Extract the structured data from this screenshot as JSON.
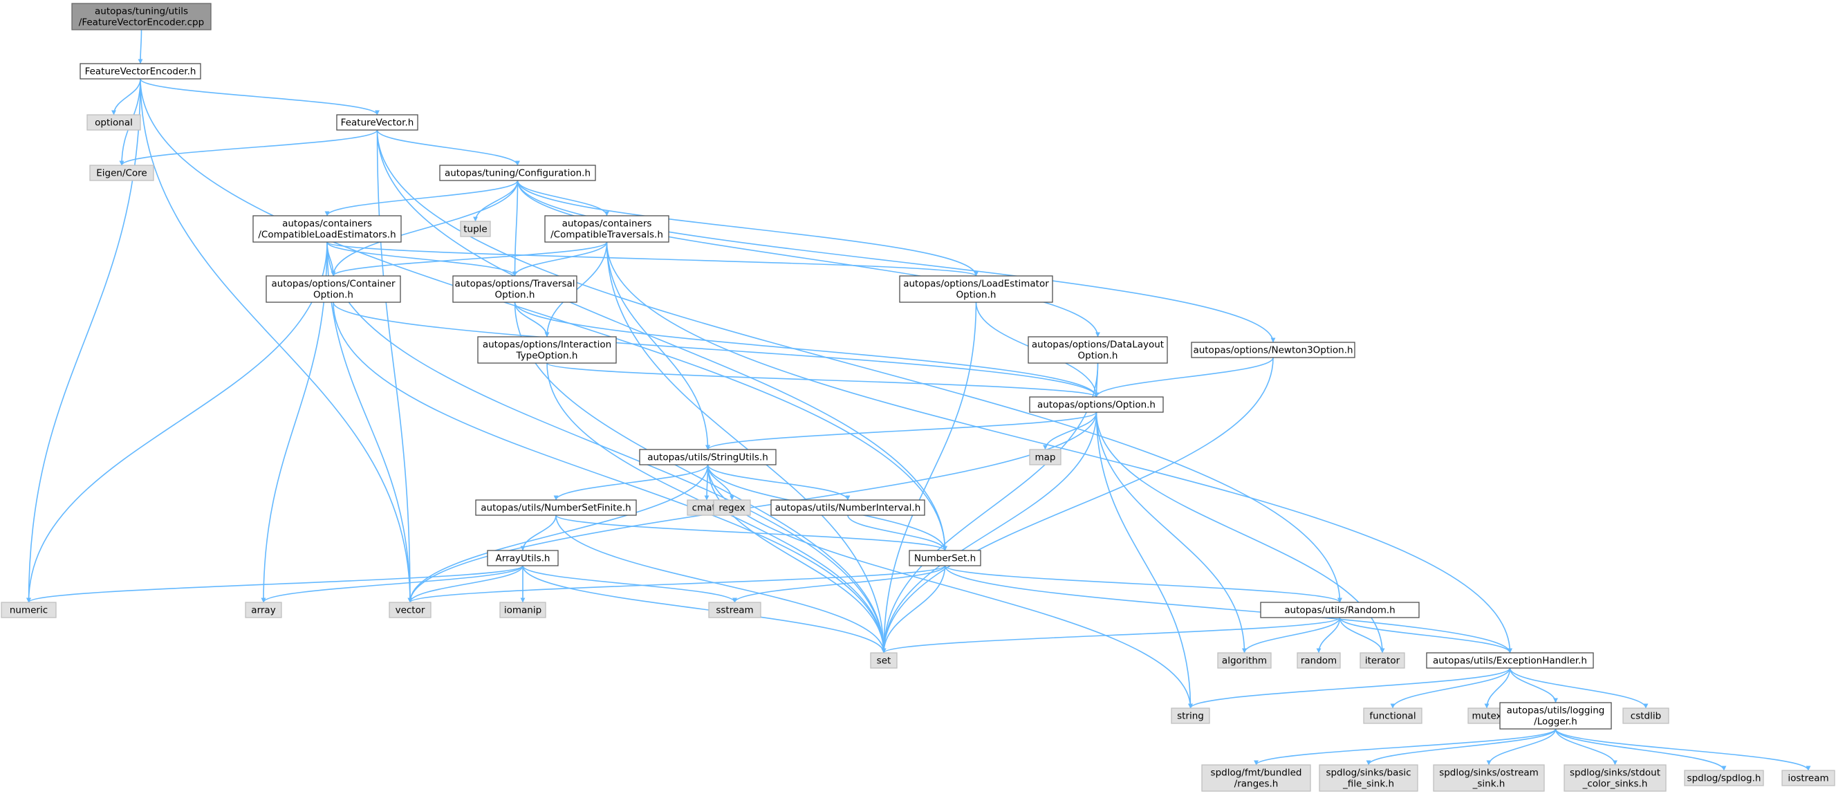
{
  "graph": {
    "colors": {
      "edge": "#63b8ff",
      "root_fill": "#999999",
      "root_border": "#666666",
      "header_fill": "#ffffff",
      "header_border": "#4d4d4d",
      "system_fill": "#e0e0e0",
      "system_border": "#bfbfbf"
    },
    "nodes": [
      {
        "id": "root",
        "lines": [
          "autopas/tuning/utils",
          "/FeatureVectorEncoder.cpp"
        ],
        "kind": "root"
      },
      {
        "id": "fve",
        "lines": [
          "FeatureVectorEncoder.h"
        ],
        "kind": "header"
      },
      {
        "id": "numeric",
        "lines": [
          "numeric"
        ],
        "kind": "system"
      },
      {
        "id": "optional",
        "lines": [
          "optional"
        ],
        "kind": "system"
      },
      {
        "id": "eigen",
        "lines": [
          "Eigen/Core"
        ],
        "kind": "system"
      },
      {
        "id": "fv",
        "lines": [
          "FeatureVector.h"
        ],
        "kind": "header"
      },
      {
        "id": "config",
        "lines": [
          "autopas/tuning/Configuration.h"
        ],
        "kind": "header"
      },
      {
        "id": "cle",
        "lines": [
          "autopas/containers",
          "/CompatibleLoadEstimators.h"
        ],
        "kind": "header"
      },
      {
        "id": "tuple",
        "lines": [
          "tuple"
        ],
        "kind": "system"
      },
      {
        "id": "ct",
        "lines": [
          "autopas/containers",
          "/CompatibleTraversals.h"
        ],
        "kind": "header"
      },
      {
        "id": "cont",
        "lines": [
          "autopas/options/Container",
          "Option.h"
        ],
        "kind": "header"
      },
      {
        "id": "trav",
        "lines": [
          "autopas/options/Traversal",
          "Option.h"
        ],
        "kind": "header"
      },
      {
        "id": "le",
        "lines": [
          "autopas/options/LoadEstimator",
          "Option.h"
        ],
        "kind": "header"
      },
      {
        "id": "itype",
        "lines": [
          "autopas/options/Interaction",
          "TypeOption.h"
        ],
        "kind": "header"
      },
      {
        "id": "dl",
        "lines": [
          "autopas/options/DataLayout",
          "Option.h"
        ],
        "kind": "header"
      },
      {
        "id": "n3",
        "lines": [
          "autopas/options/Newton3Option.h"
        ],
        "kind": "header"
      },
      {
        "id": "option",
        "lines": [
          "autopas/options/Option.h"
        ],
        "kind": "header"
      },
      {
        "id": "map",
        "lines": [
          "map"
        ],
        "kind": "system"
      },
      {
        "id": "su",
        "lines": [
          "autopas/utils/StringUtils.h"
        ],
        "kind": "header"
      },
      {
        "id": "cmath",
        "lines": [
          "cmath"
        ],
        "kind": "system"
      },
      {
        "id": "regex",
        "lines": [
          "regex"
        ],
        "kind": "system"
      },
      {
        "id": "nsf",
        "lines": [
          "autopas/utils/NumberSetFinite.h"
        ],
        "kind": "header"
      },
      {
        "id": "ni",
        "lines": [
          "autopas/utils/NumberInterval.h"
        ],
        "kind": "header"
      },
      {
        "id": "au",
        "lines": [
          "ArrayUtils.h"
        ],
        "kind": "header"
      },
      {
        "id": "ns",
        "lines": [
          "NumberSet.h"
        ],
        "kind": "header"
      },
      {
        "id": "array",
        "lines": [
          "array"
        ],
        "kind": "system"
      },
      {
        "id": "vector",
        "lines": [
          "vector"
        ],
        "kind": "system"
      },
      {
        "id": "iomanip",
        "lines": [
          "iomanip"
        ],
        "kind": "system"
      },
      {
        "id": "sstream",
        "lines": [
          "sstream"
        ],
        "kind": "system"
      },
      {
        "id": "random_h",
        "lines": [
          "autopas/utils/Random.h"
        ],
        "kind": "header"
      },
      {
        "id": "set",
        "lines": [
          "set"
        ],
        "kind": "system"
      },
      {
        "id": "algorithm",
        "lines": [
          "algorithm"
        ],
        "kind": "system"
      },
      {
        "id": "random",
        "lines": [
          "random"
        ],
        "kind": "system"
      },
      {
        "id": "iterator",
        "lines": [
          "iterator"
        ],
        "kind": "system"
      },
      {
        "id": "eh",
        "lines": [
          "autopas/utils/ExceptionHandler.h"
        ],
        "kind": "header"
      },
      {
        "id": "string",
        "lines": [
          "string"
        ],
        "kind": "system"
      },
      {
        "id": "functional",
        "lines": [
          "functional"
        ],
        "kind": "system"
      },
      {
        "id": "mutex",
        "lines": [
          "mutex"
        ],
        "kind": "system"
      },
      {
        "id": "logger",
        "lines": [
          "autopas/utils/logging",
          "/Logger.h"
        ],
        "kind": "header"
      },
      {
        "id": "cstdlib",
        "lines": [
          "cstdlib"
        ],
        "kind": "system"
      },
      {
        "id": "fmt",
        "lines": [
          "spdlog/fmt/bundled",
          "/ranges.h"
        ],
        "kind": "system"
      },
      {
        "id": "bfs",
        "lines": [
          "spdlog/sinks/basic",
          "_file_sink.h"
        ],
        "kind": "system"
      },
      {
        "id": "oss",
        "lines": [
          "spdlog/sinks/ostream",
          "_sink.h"
        ],
        "kind": "system"
      },
      {
        "id": "scs",
        "lines": [
          "spdlog/sinks/stdout",
          "_color_sinks.h"
        ],
        "kind": "system"
      },
      {
        "id": "spdlog",
        "lines": [
          "spdlog/spdlog.h"
        ],
        "kind": "system"
      },
      {
        "id": "iostream",
        "lines": [
          "iostream"
        ],
        "kind": "system"
      }
    ],
    "edges": [
      [
        "root",
        "fve"
      ],
      [
        "fve",
        "numeric"
      ],
      [
        "fve",
        "optional"
      ],
      [
        "fve",
        "eigen"
      ],
      [
        "fve",
        "fv"
      ],
      [
        "fve",
        "vector"
      ],
      [
        "fve",
        "ns"
      ],
      [
        "fv",
        "eigen"
      ],
      [
        "fv",
        "config"
      ],
      [
        "fv",
        "vector"
      ],
      [
        "fv",
        "ns"
      ],
      [
        "fv",
        "random_h"
      ],
      [
        "config",
        "cle"
      ],
      [
        "config",
        "tuple"
      ],
      [
        "config",
        "ct"
      ],
      [
        "config",
        "cont"
      ],
      [
        "config",
        "trav"
      ],
      [
        "config",
        "le"
      ],
      [
        "config",
        "dl"
      ],
      [
        "config",
        "n3"
      ],
      [
        "cle",
        "cont"
      ],
      [
        "cle",
        "trav"
      ],
      [
        "cle",
        "le"
      ],
      [
        "cle",
        "array"
      ],
      [
        "cle",
        "vector"
      ],
      [
        "cle",
        "numeric"
      ],
      [
        "cle",
        "set"
      ],
      [
        "ct",
        "cont"
      ],
      [
        "ct",
        "trav"
      ],
      [
        "ct",
        "itype"
      ],
      [
        "ct",
        "su"
      ],
      [
        "ct",
        "eh"
      ],
      [
        "ct",
        "set"
      ],
      [
        "cont",
        "option"
      ],
      [
        "cont",
        "set"
      ],
      [
        "trav",
        "itype"
      ],
      [
        "trav",
        "option"
      ],
      [
        "trav",
        "set"
      ],
      [
        "le",
        "option"
      ],
      [
        "le",
        "set"
      ],
      [
        "itype",
        "option"
      ],
      [
        "itype",
        "set"
      ],
      [
        "dl",
        "option"
      ],
      [
        "dl",
        "set"
      ],
      [
        "n3",
        "option"
      ],
      [
        "n3",
        "set"
      ],
      [
        "option",
        "map"
      ],
      [
        "option",
        "su"
      ],
      [
        "option",
        "vector"
      ],
      [
        "option",
        "set"
      ],
      [
        "option",
        "algorithm"
      ],
      [
        "option",
        "iterator"
      ],
      [
        "option",
        "string"
      ],
      [
        "su",
        "cmath"
      ],
      [
        "su",
        "regex"
      ],
      [
        "su",
        "nsf"
      ],
      [
        "su",
        "ni"
      ],
      [
        "su",
        "ns"
      ],
      [
        "su",
        "vector"
      ],
      [
        "su",
        "set"
      ],
      [
        "su",
        "string"
      ],
      [
        "nsf",
        "au"
      ],
      [
        "nsf",
        "ns"
      ],
      [
        "nsf",
        "set"
      ],
      [
        "ni",
        "ns"
      ],
      [
        "au",
        "numeric"
      ],
      [
        "au",
        "array"
      ],
      [
        "au",
        "vector"
      ],
      [
        "au",
        "iomanip"
      ],
      [
        "au",
        "sstream"
      ],
      [
        "au",
        "set"
      ],
      [
        "ns",
        "vector"
      ],
      [
        "ns",
        "sstream"
      ],
      [
        "ns",
        "set"
      ],
      [
        "ns",
        "random_h"
      ],
      [
        "ns",
        "eh"
      ],
      [
        "random_h",
        "set"
      ],
      [
        "random_h",
        "algorithm"
      ],
      [
        "random_h",
        "random"
      ],
      [
        "random_h",
        "iterator"
      ],
      [
        "random_h",
        "eh"
      ],
      [
        "eh",
        "string"
      ],
      [
        "eh",
        "functional"
      ],
      [
        "eh",
        "mutex"
      ],
      [
        "eh",
        "logger"
      ],
      [
        "eh",
        "cstdlib"
      ],
      [
        "logger",
        "fmt"
      ],
      [
        "logger",
        "bfs"
      ],
      [
        "logger",
        "oss"
      ],
      [
        "logger",
        "scs"
      ],
      [
        "logger",
        "spdlog"
      ],
      [
        "logger",
        "iostream"
      ]
    ]
  }
}
